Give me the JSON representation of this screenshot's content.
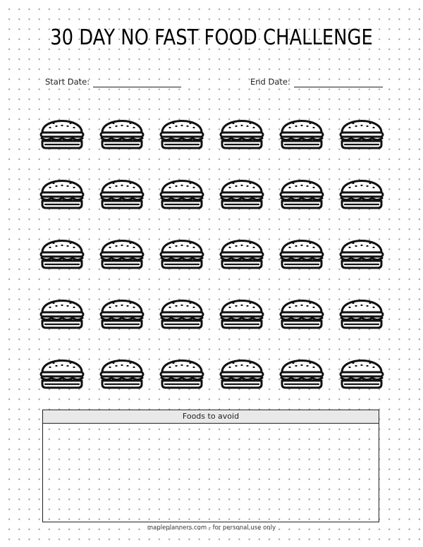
{
  "page": {
    "title": "30 DAY NO FAST FOOD CHALLENGE",
    "start_date_label": "Start Date:",
    "end_date_label": "End Date:"
  },
  "tracker": {
    "icon": "burger-icon",
    "days": 30,
    "columns": 6,
    "rows": 5
  },
  "notes_box": {
    "heading": "Foods to avoid"
  },
  "footer": {
    "text": "mapleplanners.com - for personal use only"
  },
  "colors": {
    "ink": "#111111",
    "dot_grid": "#9a9a9a",
    "box_header_bg": "#e9e9e9"
  }
}
